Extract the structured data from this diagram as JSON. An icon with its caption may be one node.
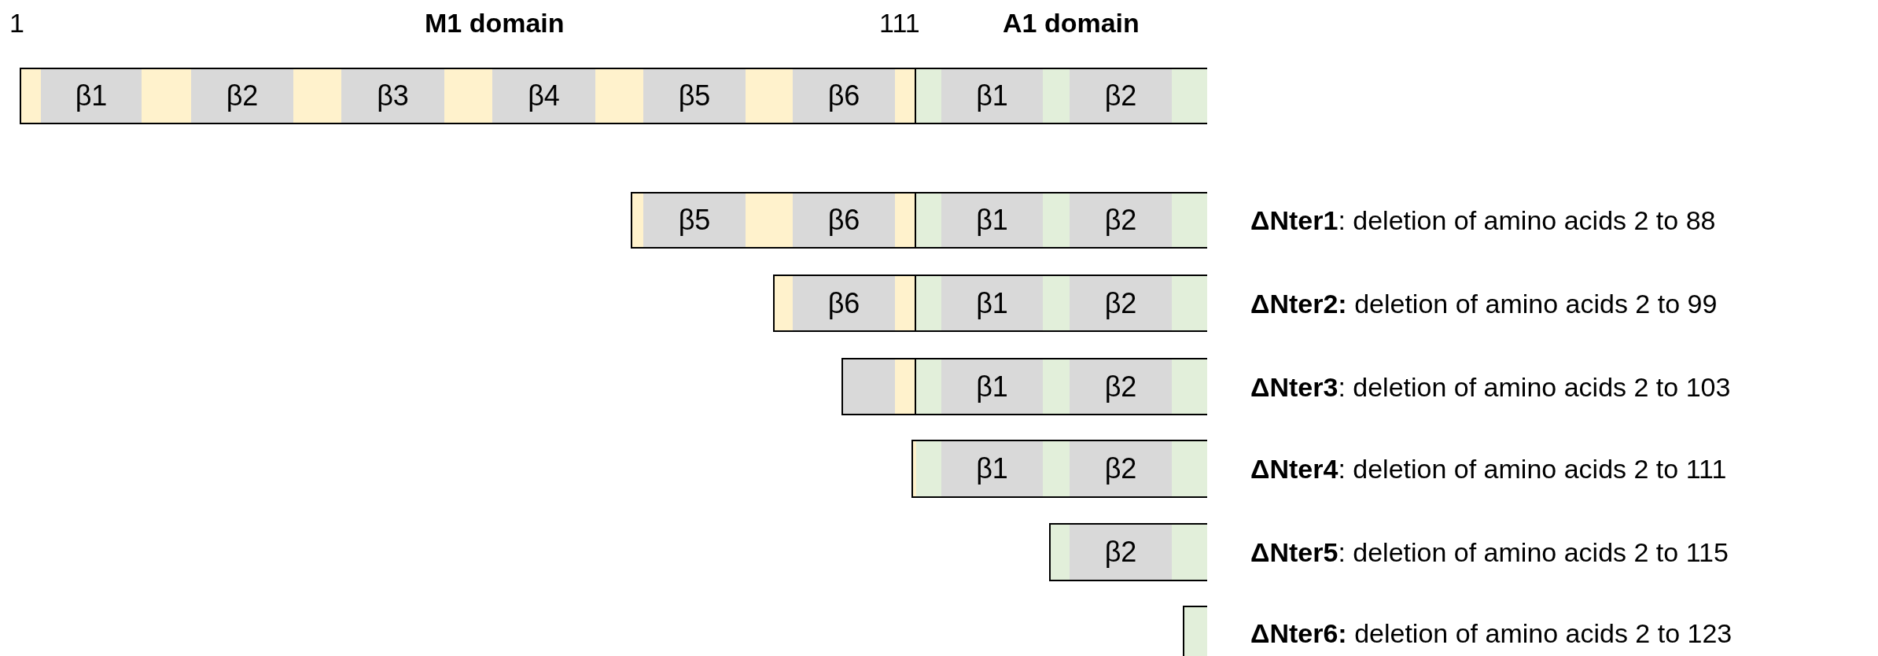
{
  "diagram": {
    "nodes": [
      {
        "text": [],
        "shape": "bar"
      },
      {
        "text": [
          "β1"
        ],
        "in": 0
      },
      {
        "text": [
          "β2"
        ],
        "in": 0
      },
      {
        "text": [
          "β3"
        ],
        "in": 0
      },
      {
        "text": [
          "β4"
        ],
        "in": 0
      },
      {
        "text": [
          "β5"
        ],
        "in": 0
      },
      {
        "text": [
          "β6"
        ],
        "in": 0
      },
      {
        "text": [
          "β1"
        ],
        "in": 0
      },
      {
        "text": [
          "β2"
        ],
        "in": 0
      },
      {
        "text": [],
        "shape": "bar",
        "beside": [
          "**ΔNter1**: deletion of amino acids 2 to 88"
        ]
      },
      {
        "text": [
          "β5"
        ],
        "in": 9
      },
      {
        "text": [
          "β6"
        ],
        "in": 9
      },
      {
        "text": [
          "β1"
        ],
        "in": 9
      },
      {
        "text": [
          "β2"
        ],
        "in": 9
      },
      {
        "text": [],
        "shape": "bar",
        "beside": [
          "**ΔNter2:** deletion of amino acids 2 to 99"
        ]
      },
      {
        "text": [
          "β6"
        ],
        "in": 14
      },
      {
        "text": [
          "β1"
        ],
        "in": 14
      },
      {
        "text": [
          "β2"
        ],
        "in": 14
      },
      {
        "text": [],
        "shape": "bar",
        "beside": [
          "**ΔNter3**: deletion of amino acids 2 to 103"
        ]
      },
      {
        "text": [],
        "shape": "box",
        "in": 18
      },
      {
        "text": [
          "β1"
        ],
        "in": 18
      },
      {
        "text": [
          "β2"
        ],
        "in": 18
      },
      {
        "text": [],
        "shape": "bar",
        "beside": [
          "**ΔNter4**: deletion of amino acids 2 to 111"
        ]
      },
      {
        "text": [
          "β1"
        ],
        "in": 22
      },
      {
        "text": [
          "β2"
        ],
        "in": 22
      },
      {
        "text": [],
        "shape": "bar",
        "beside": [
          "**ΔNter5**: deletion of amino acids 2 to 115"
        ]
      },
      {
        "text": [
          "β2"
        ],
        "in": 25
      },
      {
        "text": [],
        "shape": "bar",
        "beside": [
          "**ΔNter6:** deletion of amino acids 2 to 123"
        ]
      }
    ],
    "labels": [
      "1",
      "M1 domain",
      "111",
      "A1 domain"
    ]
  }
}
